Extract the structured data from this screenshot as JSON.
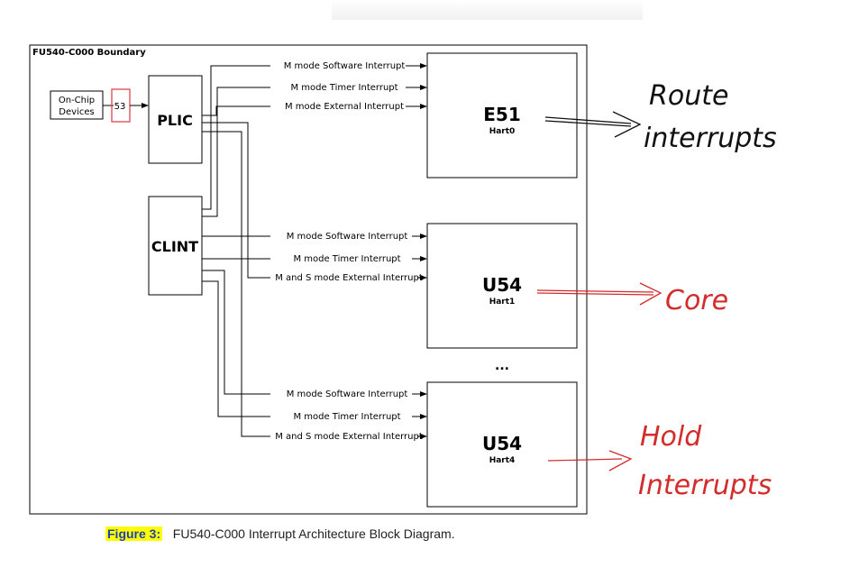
{
  "boundary": {
    "title": "FU540-C000 Boundary"
  },
  "onchip": {
    "line1": "On-Chip",
    "line2": "Devices"
  },
  "irq_count": "53",
  "plic": "PLIC",
  "clint": "CLINT",
  "cores": [
    {
      "name": "E51",
      "hart": "Hart0"
    },
    {
      "name": "U54",
      "hart": "Hart1"
    },
    {
      "name": "U54",
      "hart": "Hart4"
    }
  ],
  "ellipsis": "...",
  "signals": {
    "e51": [
      "M mode Software Interrupt",
      "M mode Timer Interrupt",
      "M mode External Interrupt"
    ],
    "u54_1": [
      "M mode Software Interrupt",
      "M mode Timer Interrupt",
      "M and S mode External Interrupt"
    ],
    "u54_4": [
      "M mode Software Interrupt",
      "M mode Timer Interrupt",
      "M and S mode External Interrupt"
    ]
  },
  "annotations": {
    "route1": "Route",
    "route2": "interrupts",
    "core": "Core",
    "hold1": "Hold",
    "hold2": "Interrupts"
  },
  "caption": {
    "figure": "Figure 3:",
    "text": "FU540-C000 Interrupt Architecture Block Diagram."
  },
  "colors": {
    "annotation_red": "#d42b2b",
    "highlight": "#ffff00",
    "figure_label": "#1f3fb8"
  }
}
